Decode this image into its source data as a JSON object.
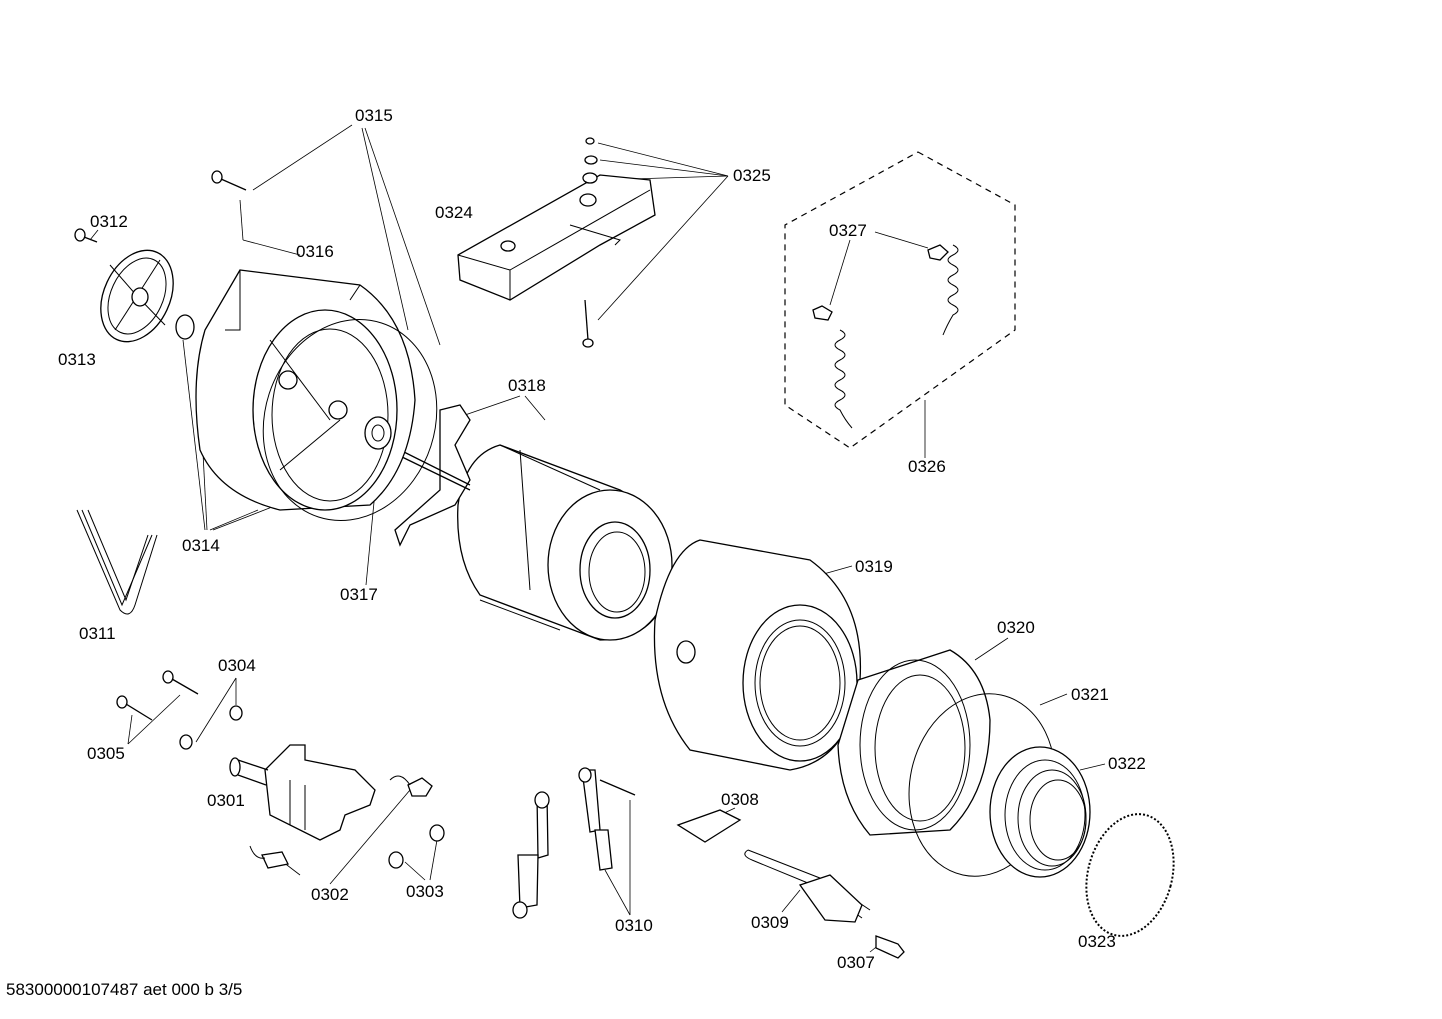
{
  "labels": {
    "p0301": "0301",
    "p0302": "0302",
    "p0303": "0303",
    "p0304": "0304",
    "p0305": "0305",
    "p0307": "0307",
    "p0308": "0308",
    "p0309": "0309",
    "p0310": "0310",
    "p0311": "0311",
    "p0312": "0312",
    "p0313": "0313",
    "p0314": "0314",
    "p0315": "0315",
    "p0316": "0316",
    "p0317": "0317",
    "p0318": "0318",
    "p0319": "0319",
    "p0320": "0320",
    "p0321": "0321",
    "p0322": "0322",
    "p0323": "0323",
    "p0324": "0324",
    "p0325": "0325",
    "p0326": "0326",
    "p0327": "0327"
  },
  "footer": "58300000107487 aet 000 b 3/5"
}
